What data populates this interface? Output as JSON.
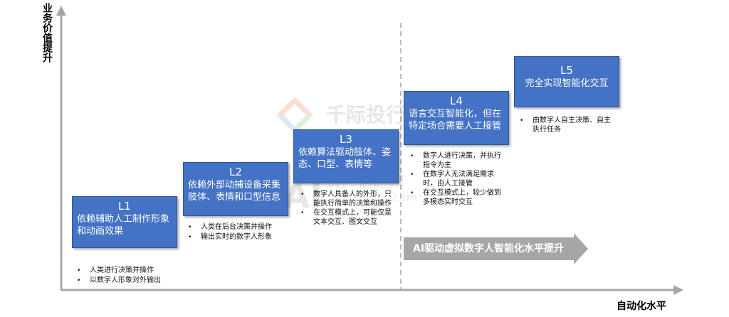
{
  "axes": {
    "y_label": "业务价值提升",
    "x_label": "自动化水平"
  },
  "levels": [
    {
      "code": "L1",
      "desc": "依赖辅助人工制作形象和动画效果",
      "notes": [
        "人类进行决策并操作",
        "以数字人形象对外输出"
      ]
    },
    {
      "code": "L2",
      "desc": "依赖外部动捕设备采集肢体、表情和口型信息",
      "notes": [
        "人类在后台决策并操作",
        "输出实时的数字人形象"
      ]
    },
    {
      "code": "L3",
      "desc": "依赖算法驱动肢体、姿态、口型、表情等",
      "notes": [
        "数字人具备人的外形，只能执行简单的决策和操作",
        "在交互模式上，可能仅是文本交互、图文交互"
      ]
    },
    {
      "code": "L4",
      "desc": "语言交互智能化，但在特定场合需要人工接管",
      "notes": [
        "数字人进行决策，并执行指令为主",
        "在数字人无法满足需求时，由人工接管",
        "在交互模式上，较少做到多模态实时交互"
      ]
    },
    {
      "code": "L5",
      "desc": "完全实现智能化交互",
      "notes": [
        "由数字人自主决策、自主执行任务"
      ]
    }
  ],
  "trend_arrow": "AI驱动虚拟数字人智能化水平提升",
  "watermark": {
    "name": "千际投行",
    "line2": "资产信息网",
    "domain": "com",
    "logo_text": "AI"
  },
  "colors": {
    "box_fill": "#4472c4",
    "box_border": "#2f5597",
    "arrow_fill": "#a6a6a6",
    "axis": "#a6a6a6"
  }
}
